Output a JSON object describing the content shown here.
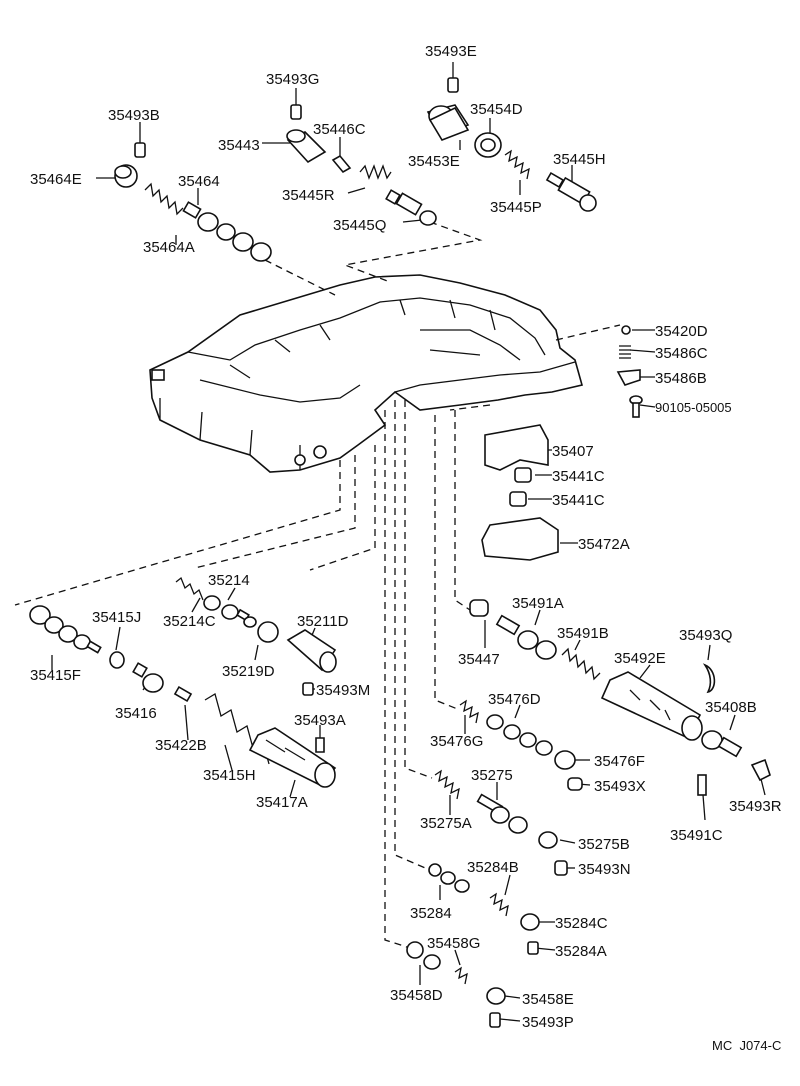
{
  "labels": {
    "35493E": "35493E",
    "35493G": "35493G",
    "35493B": "35493B",
    "35454D": "35454D",
    "35443": "35443",
    "35446C": "35446C",
    "35453E": "35453E",
    "35445H": "35445H",
    "35464E": "35464E",
    "35464": "35464",
    "35445R": "35445R",
    "35445P": "35445P",
    "35445Q": "35445Q",
    "35464A": "35464A",
    "35420D": "35420D",
    "35486C": "35486C",
    "35486B": "35486B",
    "90105": "90105-05005",
    "35407": "35407",
    "35441C_1": "35441C",
    "35441C_2": "35441C",
    "35472A": "35472A",
    "35214": "35214",
    "35415J": "35415J",
    "35214C": "35214C",
    "35211D": "35211D",
    "35415F": "35415F",
    "35219D": "35219D",
    "35493M": "35493M",
    "35416": "35416",
    "35493A": "35493A",
    "35422B": "35422B",
    "35415H": "35415H",
    "35417A": "35417A",
    "35491A": "35491A",
    "35491B": "35491B",
    "35493Q": "35493Q",
    "35447": "35447",
    "35492E": "35492E",
    "35476D": "35476D",
    "35408B": "35408B",
    "35476G": "35476G",
    "35476F": "35476F",
    "35493X": "35493X",
    "35275": "35275",
    "35493R": "35493R",
    "35491C": "35491C",
    "35275A": "35275A",
    "35275B": "35275B",
    "35493N": "35493N",
    "35284B": "35284B",
    "35284": "35284",
    "35284C": "35284C",
    "35458G": "35458G",
    "35284A": "35284A",
    "35458D": "35458D",
    "35458E": "35458E",
    "35493P": "35493P",
    "footer": "MC  J074-C"
  }
}
